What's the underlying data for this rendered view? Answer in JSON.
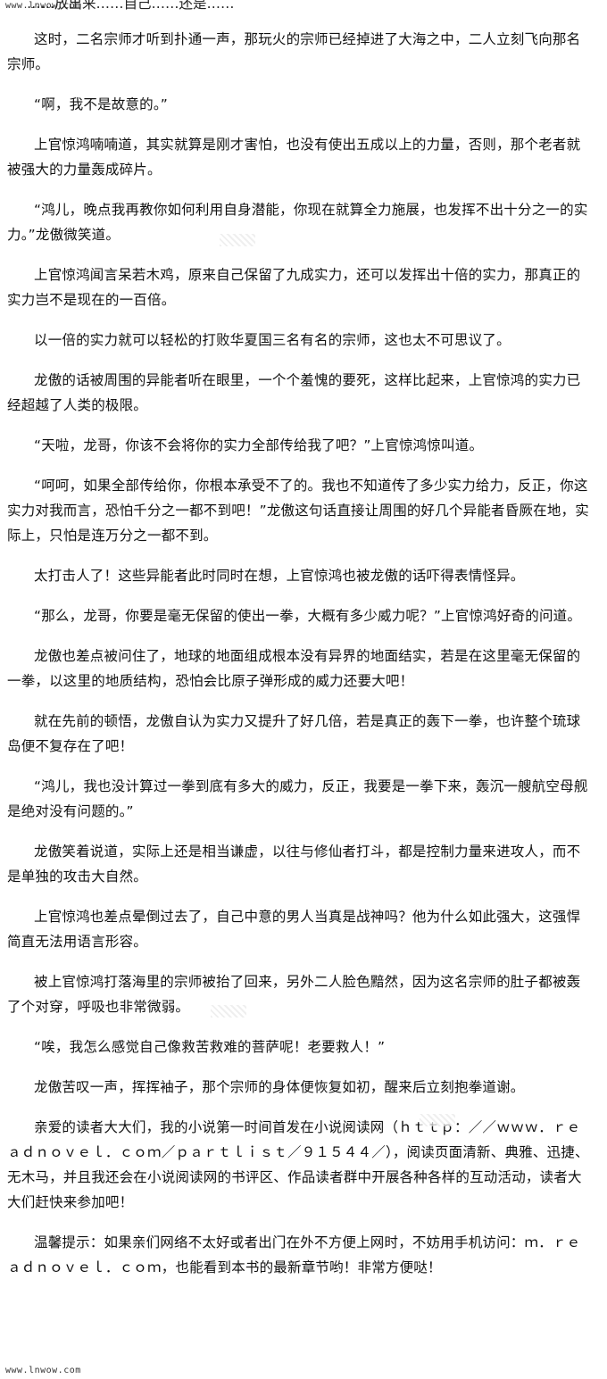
{
  "watermark_top": "www.lnwow.com",
  "watermark_bottom": "www.lnwow.com",
  "top_partial": "……放出来……自己……还是……",
  "paragraphs": [
    "这时，二名宗师才听到扑通一声，那玩火的宗师已经掉进了大海之中，二人立刻飞向那名宗师。",
    "“啊，我不是故意的。”",
    "上官惊鸿喃喃道，其实就算是刚才害怕，也没有使出五成以上的力量，否则，那个老者就被强大的力量轰成碎片。",
    "“鸿儿，晚点我再教你如何利用自身潜能，你现在就算全力施展，也发挥不出十分之一的实力。”龙傲微笑道。",
    "上官惊鸿闻言呆若木鸡，原来自己保留了九成实力，还可以发挥出十倍的实力，那真正的实力岂不是现在的一百倍。",
    "以一倍的实力就可以轻松的打败华夏国三名有名的宗师，这也太不可思议了。",
    "龙傲的话被周围的异能者听在眼里，一个个羞愧的要死，这样比起来，上官惊鸿的实力已经超越了人类的极限。",
    "“天啦，龙哥，你该不会将你的实力全部传给我了吧？”上官惊鸿惊叫道。",
    "“呵呵，如果全部传给你，你根本承受不了的。我也不知道传了多少实力给力，反正，你这实力对我而言，恐怕千分之一都不到吧！”龙傲这句话直接让周围的好几个异能者昏厥在地，实际上，只怕是连万分之一都不到。",
    "太打击人了！这些异能者此时同时在想，上官惊鸿也被龙傲的话吓得表情怪异。",
    "“那么，龙哥，你要是毫无保留的使出一拳，大概有多少威力呢？”上官惊鸿好奇的问道。",
    "龙傲也差点被问住了，地球的地面组成根本没有异界的地面结实，若是在这里毫无保留的一拳，以这里的地质结构，恐怕会比原子弹形成的威力还要大吧！",
    "就在先前的顿悟，龙傲自认为实力又提升了好几倍，若是真正的轰下一拳，也许整个琉球岛便不复存在了吧！",
    "“鸿儿，我也没计算过一拳到底有多大的威力，反正，我要是一拳下来，轰沉一艘航空母舰是绝对没有问题的。”",
    "龙傲笑着说道，实际上还是相当谦虚，以往与修仙者打斗，都是控制力量来进攻人，而不是单独的攻击大自然。",
    "上官惊鸿也差点晕倒过去了，自己中意的男人当真是战神吗？他为什么如此强大，这强悍简直无法用语言形容。",
    "被上官惊鸿打落海里的宗师被抬了回来，另外二人脸色黯然，因为这名宗师的肚子都被轰了个对穿，呼吸也非常微弱。",
    "“唉，我怎么感觉自己像救苦救难的菩萨呢！老要救人！”",
    "龙傲苦叹一声，挥挥袖子，那个宗师的身体便恢复如初，醒来后立刻抱拳道谢。",
    "亲爱的读者大大们，我的小说第一时间首发在小说阅读网（ｈｔｔｐ：／／ｗｗｗ．ｒｅａｄｎｏｖｅｌ．ｃｏｍ／ｐａｒｔｌｉｓｔ／９１５４４／），阅读页面清新、典雅、迅捷、无木马，并且我还会在小说阅读网的书评区、作品读者群中开展各种各样的互动活动，读者大大们赶快来参加吧！",
    "温馨提示：如果亲们网络不太好或者出门在外不方便上网时，不妨用手机访问：ｍ．ｒｅａｄｎｏｖｅｌ．ｃｏｍ，也能看到本书的最新章节哟！非常方便哒！"
  ]
}
